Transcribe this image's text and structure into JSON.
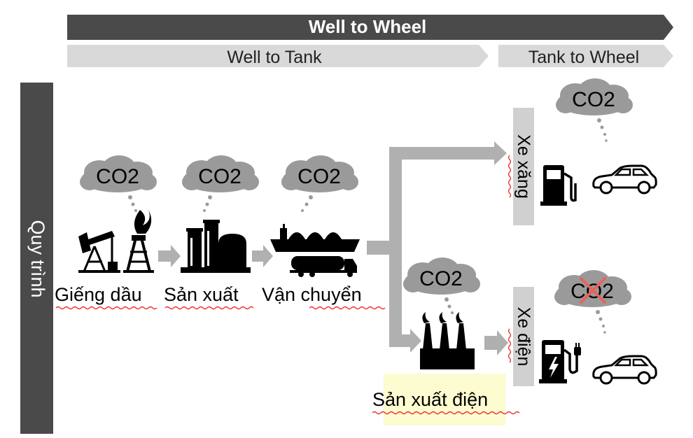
{
  "header": {
    "well_to_wheel": "Well to Wheel",
    "well_to_tank": "Well to Tank",
    "tank_to_wheel": "Tank to Wheel"
  },
  "side_label": "Quy trình",
  "stages": {
    "oil_well": "Giếng dầu",
    "production": "Sản xuất",
    "transport": "Vận chuyển",
    "power_production": "Sản xuất điện"
  },
  "branches": {
    "gasoline_car": "Xe xăng",
    "electric_car": "Xe điện"
  },
  "emission_label": "CO2",
  "colors": {
    "dark_banner": "#4a4a4a",
    "light_banner": "#d9d9d9",
    "arrow": "#b0b0b0",
    "cloud": "#9a9a9a",
    "highlight": "#fdfbd0",
    "cross": "#e8635a"
  }
}
